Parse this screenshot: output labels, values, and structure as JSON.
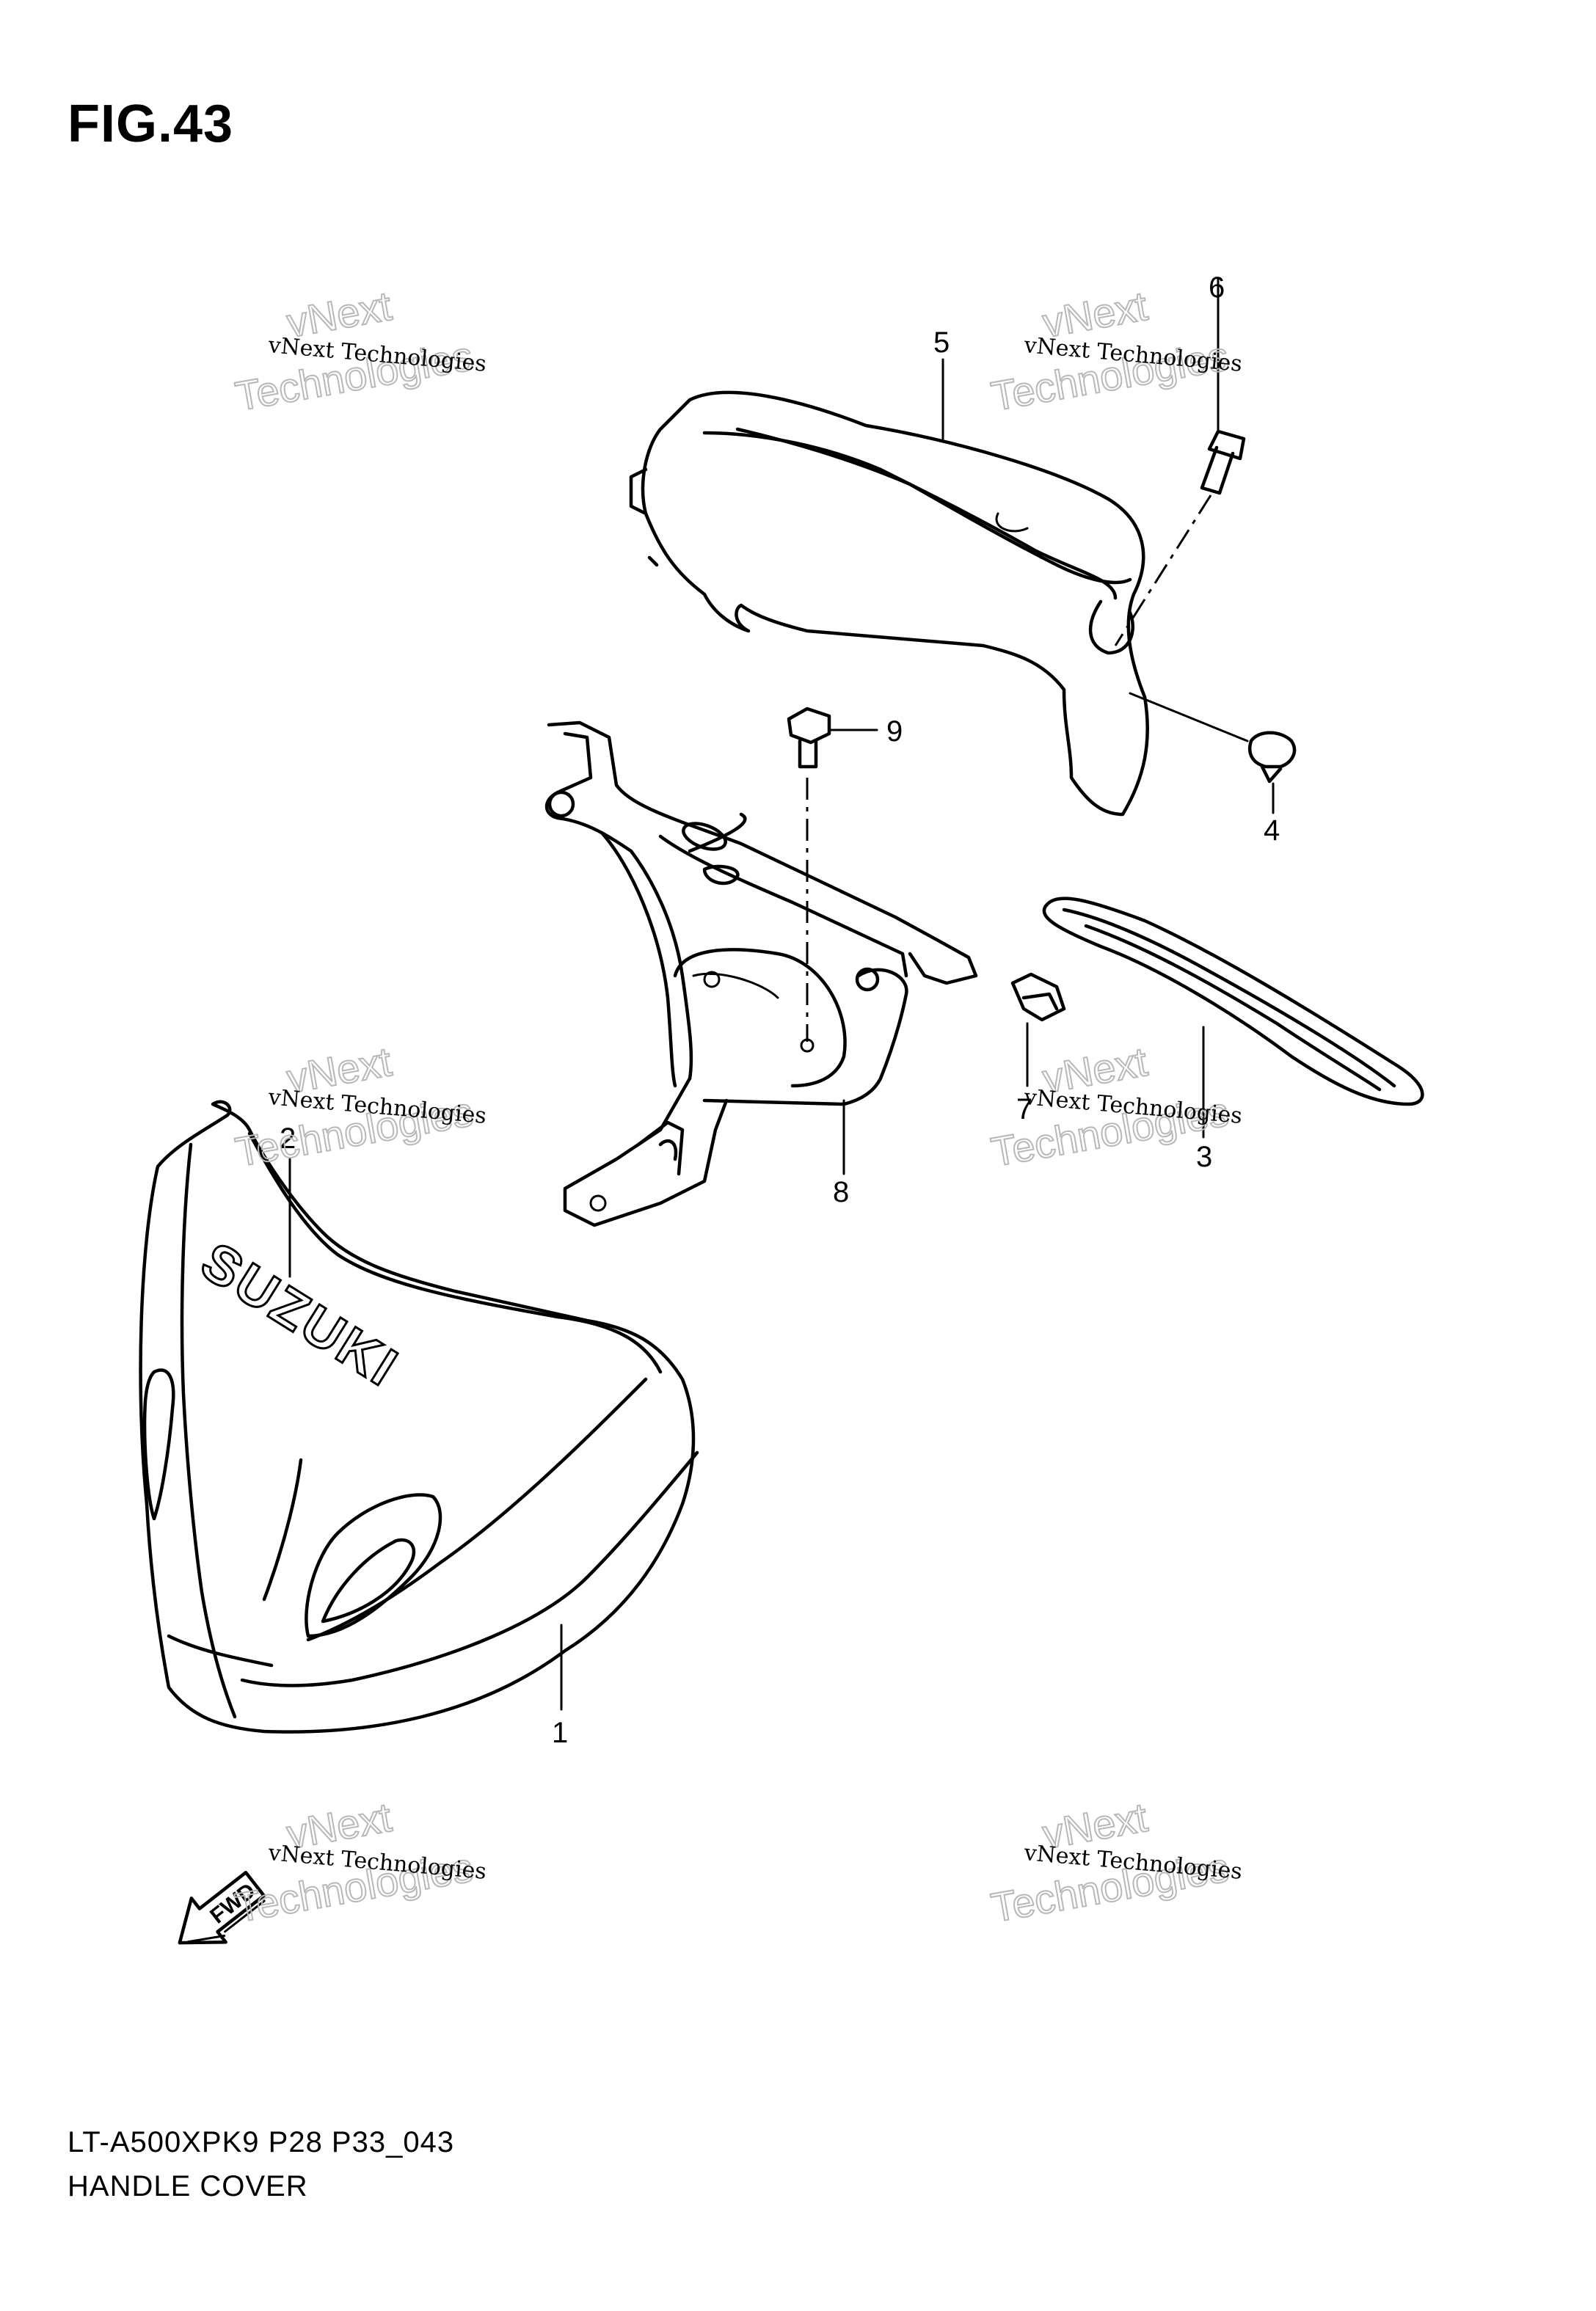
{
  "figure": {
    "title": "FIG.43"
  },
  "callouts": [
    {
      "id": "1",
      "label": "1"
    },
    {
      "id": "2",
      "label": "2"
    },
    {
      "id": "3",
      "label": "3"
    },
    {
      "id": "4",
      "label": "4"
    },
    {
      "id": "5",
      "label": "5"
    },
    {
      "id": "6",
      "label": "6"
    },
    {
      "id": "7",
      "label": "7"
    },
    {
      "id": "8",
      "label": "8"
    },
    {
      "id": "9",
      "label": "9"
    }
  ],
  "logo_text": "SUZUKI",
  "fwd_text": "FWD",
  "watermark": {
    "line1": "vNext Technologies",
    "line2": "vNext",
    "line3": "Technologies"
  },
  "footer": {
    "code": "LT-A500XPK9 P28 P33_043",
    "name": "HANDLE COVER"
  }
}
